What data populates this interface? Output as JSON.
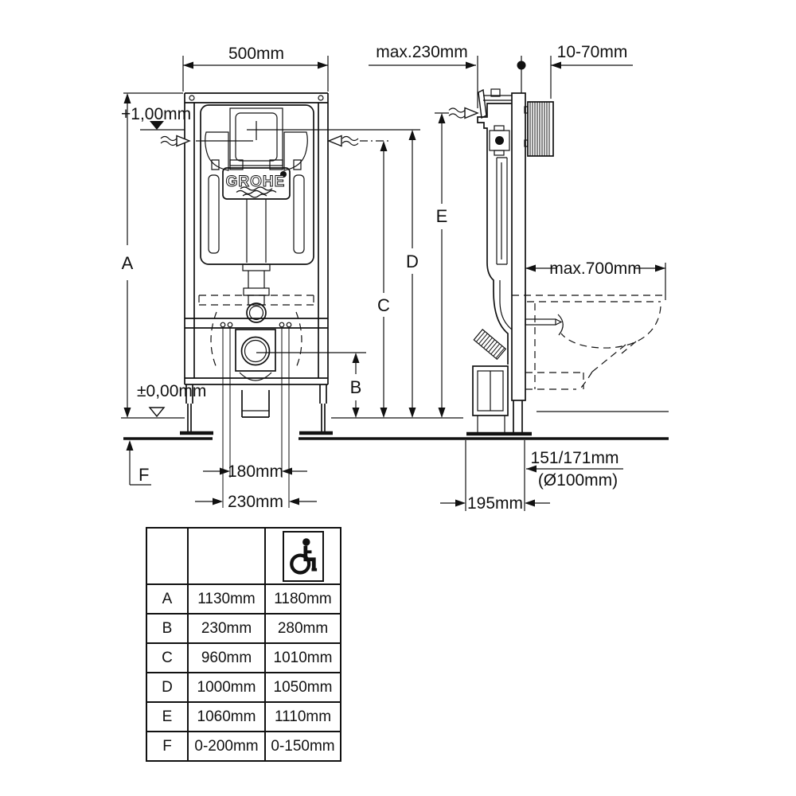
{
  "drawing": {
    "labels": {
      "front_width": "500mm",
      "top_offset": "max.230mm",
      "sleeve_depth": "10-70mm",
      "level_upper": "+1,00mm",
      "level_floor": "±0,00mm",
      "fixing_inner": "180mm",
      "fixing_outer": "230mm",
      "bowl_reach": "max.700mm",
      "outlet_height": "151/171mm",
      "outlet_diameter": "(Ø100mm)",
      "outlet_setback": "195mm",
      "dim_a": "A",
      "dim_b": "B",
      "dim_c": "C",
      "dim_d": "D",
      "dim_e": "E",
      "dim_f": "F",
      "brand": "GROHE"
    },
    "colors": {
      "ink": "#111111",
      "background": "#ffffff"
    }
  },
  "table": {
    "header": {
      "col1": "",
      "col2": "",
      "icon": "wheelchair"
    },
    "rows": [
      {
        "label": "A",
        "standard": "1130mm",
        "accessible": "1180mm"
      },
      {
        "label": "B",
        "standard": "230mm",
        "accessible": "280mm"
      },
      {
        "label": "C",
        "standard": "960mm",
        "accessible": "1010mm"
      },
      {
        "label": "D",
        "standard": "1000mm",
        "accessible": "1050mm"
      },
      {
        "label": "E",
        "standard": "1060mm",
        "accessible": "1110mm"
      },
      {
        "label": "F",
        "standard": "0-200mm",
        "accessible": "0-150mm"
      }
    ]
  }
}
